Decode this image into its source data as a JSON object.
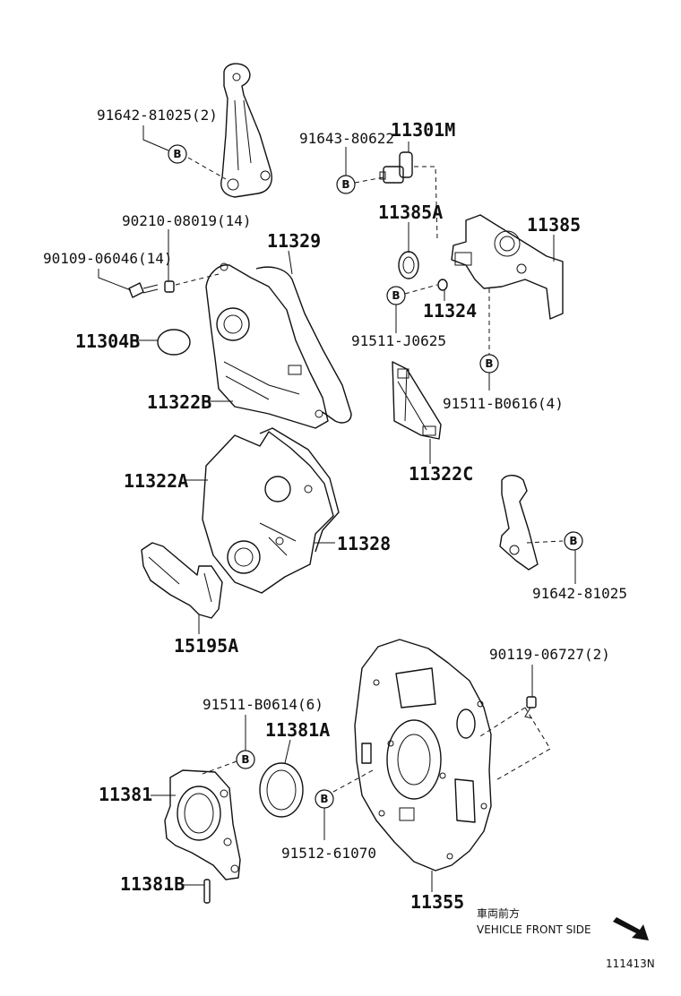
{
  "labels": {
    "p91642_81025_2": "91642-81025(2)",
    "p91643_80622": "91643-80622",
    "p11301M": "11301M",
    "p90210_08019_14": "90210-08019(14)",
    "p90109_06046_14": "90109-06046(14)",
    "p11329": "11329",
    "p11385A": "11385A",
    "p11385": "11385",
    "p11324": "11324",
    "p91511_J0625": "91511-J0625",
    "p11304B": "11304B",
    "p11322B": "11322B",
    "p91511_B0616_4": "91511-B0616(4)",
    "p11322A": "11322A",
    "p11322C": "11322C",
    "p11328": "11328",
    "p91642_81025": "91642-81025",
    "p15195A": "15195A",
    "p90119_06727_2": "90119-06727(2)",
    "p91511_B0614_6": "91511-B0614(6)",
    "p11381A": "11381A",
    "p11381": "11381",
    "p91512_61070": "91512-61070",
    "p11381B": "11381B",
    "p11355": "11355"
  },
  "bolt_marker": "B",
  "direction": {
    "japanese": "車両前方",
    "english": "VEHICLE FRONT SIDE"
  },
  "drawing_code": "111413N"
}
